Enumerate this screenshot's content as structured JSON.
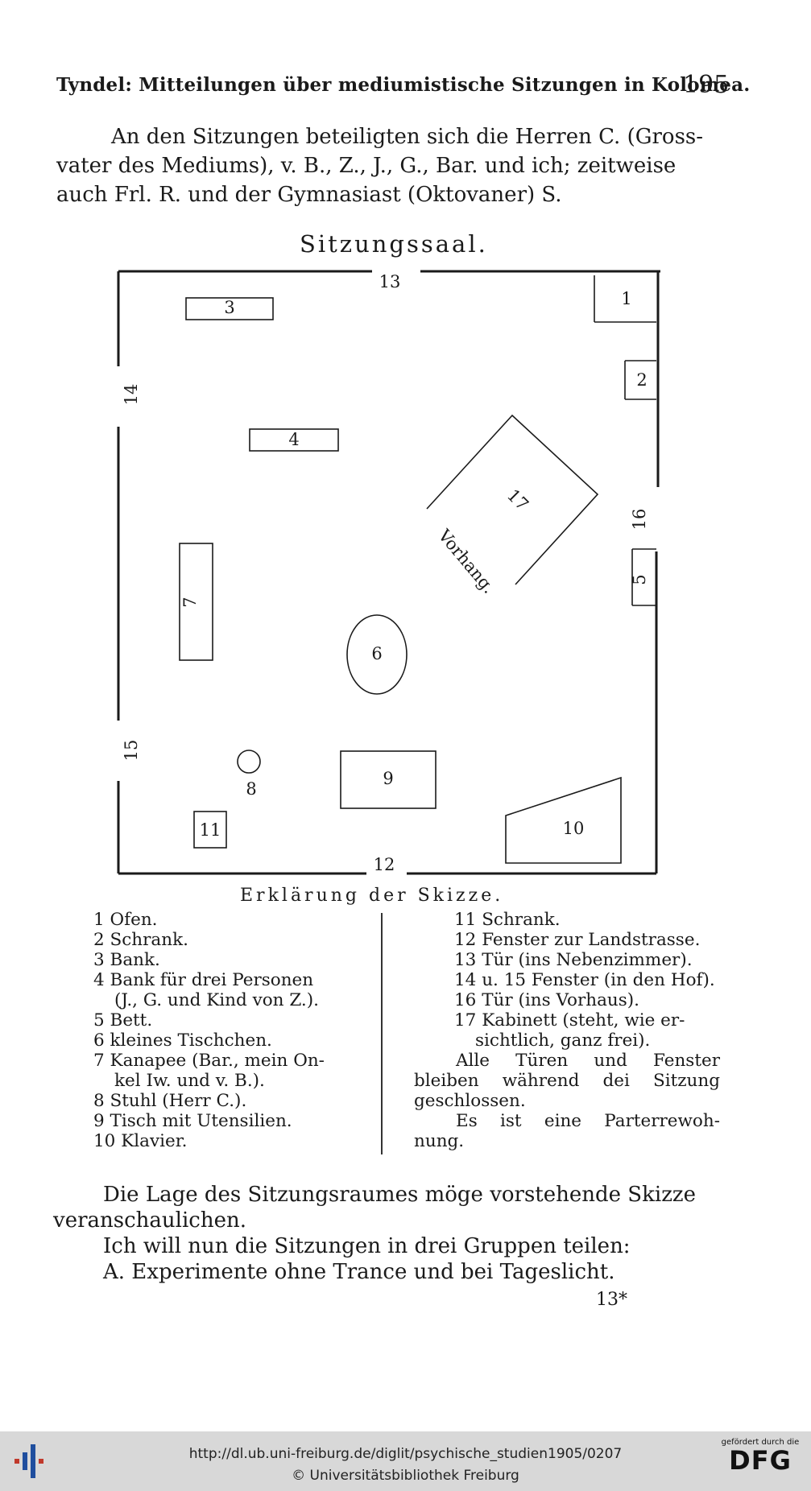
{
  "header": {
    "title": "Tyndel: Mitteilungen über mediumistische Sitzungen in Kolomea.",
    "page_number": "195"
  },
  "intro": [
    "An den Sitzungen beteiligten sich die Herren C. (Gross-",
    "vater des Mediums), v. B., Z., J., G., Bar. und ich; zeitweise",
    "auch Frl. R. und der Gymnasiast (Oktovaner) S."
  ],
  "diagram": {
    "title": "Sitzungssaal.",
    "labels": {
      "n1": "1",
      "n2": "2",
      "n3": "3",
      "n4": "4",
      "n5": "5",
      "n6": "6",
      "n7": "7",
      "n8": "8",
      "n9": "9",
      "n10": "10",
      "n11": "11",
      "n12": "12",
      "n13": "13",
      "n14": "14",
      "n15": "15",
      "n16": "16",
      "n17": "17",
      "vorhang": "Vorhang."
    }
  },
  "legend": {
    "title": "Erklärung der Skizze.",
    "left": [
      "1 Ofen.",
      "2 Schrank.",
      "3 Bank.",
      "4 Bank für drei Personen",
      "   (J., G. und Kind von Z.).",
      "5 Bett.",
      "6 kleines Tischchen.",
      "7 Kanapee (Bar., mein On-",
      "   kel Iw. und v. B.).",
      "8 Stuhl (Herr C.).",
      "9 Tisch mit Utensilien.",
      "10 Klavier."
    ],
    "right": [
      "11 Schrank.",
      "12 Fenster zur Landstrasse.",
      "13 Tür (ins Nebenzimmer).",
      "14 u. 15 Fenster (in den Hof).",
      "16 Tür (ins Vorhaus).",
      "17 Kabinett (steht, wie er-",
      "   sichtlich, ganz frei)."
    ],
    "note1": "Alle Türen und Fenster bleiben während dei Sitzung geschlossen.",
    "note2": "Es ist eine Parterrewoh- nung."
  },
  "outro": [
    "Die Lage des Sitzungsraumes möge vorstehende Skizze",
    "veranschaulichen.",
    "Ich will nun die Sitzungen in drei Gruppen teilen:",
    "A. Experimente ohne Trance und bei Tageslicht."
  ],
  "signature": "13*",
  "footer": {
    "url": "http://dl.ub.uni-freiburg.de/diglit/psychische_studien1905/0207",
    "copyright": "© Universitätsbibliothek Freiburg",
    "dfg_tagline": "gefördert durch die",
    "dfg_logo": "DFG"
  }
}
